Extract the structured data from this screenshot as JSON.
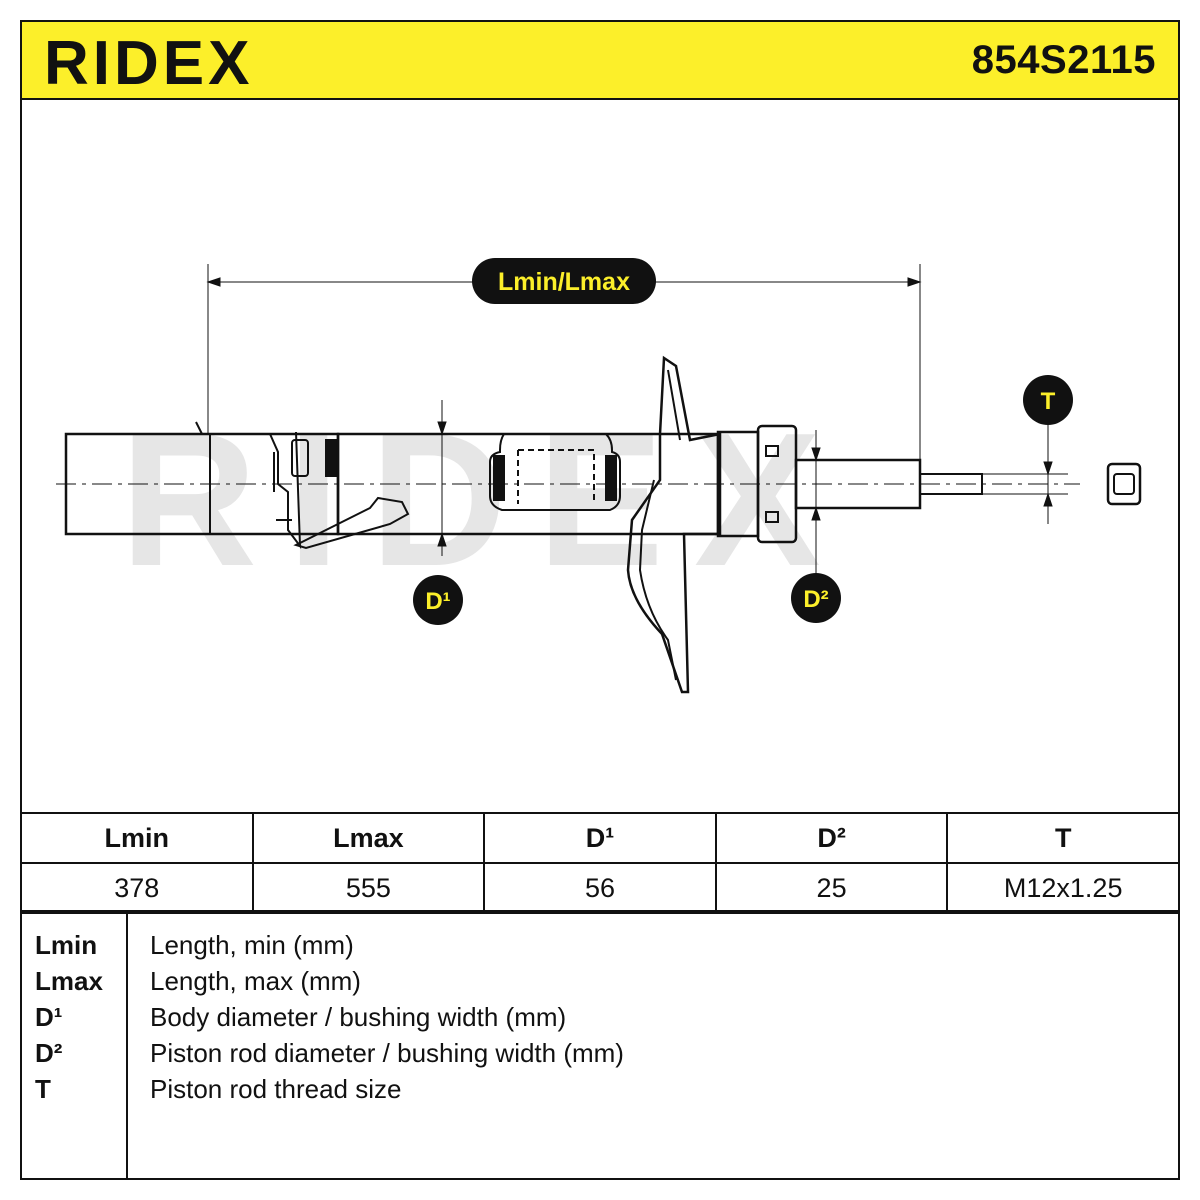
{
  "header": {
    "brand": "RIDEX",
    "part_number": "854S2115"
  },
  "colors": {
    "brand_yellow": "#fcef2a",
    "ink": "#111111",
    "watermark": "#e6e6e6"
  },
  "drawing": {
    "watermark": "RIDEX",
    "length_label": "Lmin/Lmax",
    "d1_label": "D¹",
    "d2_label": "D²",
    "t_label": "T"
  },
  "spec_table": {
    "headers": [
      "Lmin",
      "Lmax",
      "D¹",
      "D²",
      "T"
    ],
    "values": [
      "378",
      "555",
      "56",
      "25",
      "M12x1.25"
    ]
  },
  "legend": [
    {
      "key": "Lmin",
      "desc": "Length, min (mm)"
    },
    {
      "key": "Lmax",
      "desc": "Length, max (mm)"
    },
    {
      "key": "D¹",
      "desc": "Body diameter / bushing width (mm)"
    },
    {
      "key": "D²",
      "desc": "Piston rod diameter / bushing width (mm)"
    },
    {
      "key": "T",
      "desc": "Piston rod thread size"
    }
  ]
}
